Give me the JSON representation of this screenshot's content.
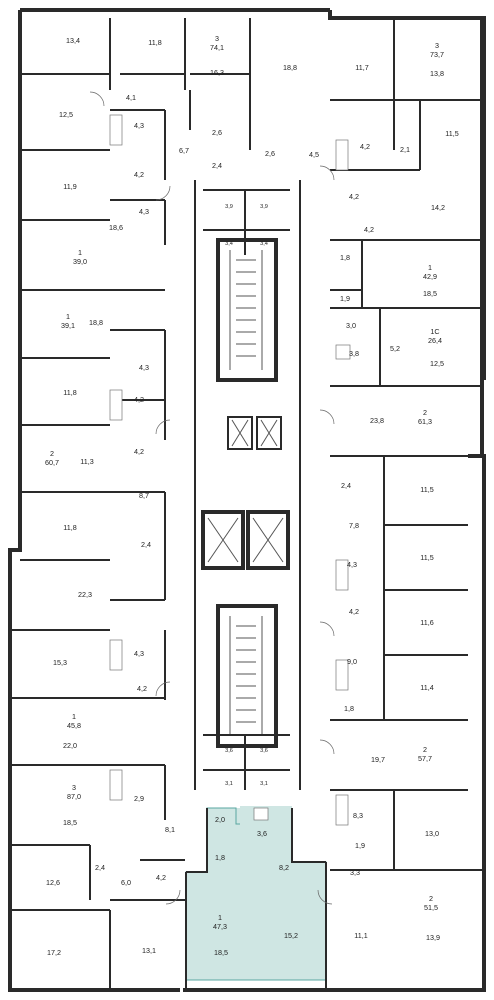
{
  "colors": {
    "wall": "#2a2a2a",
    "highlight_fill": "#cfe6e3",
    "highlight_stroke": "#5aa7a0",
    "label": "#222222"
  },
  "apartments": [
    {
      "id": "apt-3-74",
      "rooms": "3",
      "area": "74,1"
    },
    {
      "id": "apt-3-73",
      "rooms": "3",
      "area": "73,7"
    },
    {
      "id": "apt-1-39-0",
      "rooms": "1",
      "area": "39,0"
    },
    {
      "id": "apt-1-42",
      "rooms": "1",
      "area": "42,9"
    },
    {
      "id": "apt-1-39-1",
      "rooms": "1",
      "area": "39,1"
    },
    {
      "id": "apt-1c-26",
      "rooms": "1С",
      "area": "26,4"
    },
    {
      "id": "apt-2-60",
      "rooms": "2",
      "area": "60,7"
    },
    {
      "id": "apt-2-61",
      "rooms": "2",
      "area": "61,3"
    },
    {
      "id": "apt-1-45",
      "rooms": "1",
      "area": "45,8"
    },
    {
      "id": "apt-2-57",
      "rooms": "2",
      "area": "57,7"
    },
    {
      "id": "apt-3-87",
      "rooms": "3",
      "area": "87,0"
    },
    {
      "id": "apt-1-47",
      "rooms": "1",
      "area": "47,3",
      "highlighted": true
    },
    {
      "id": "apt-2-51",
      "rooms": "2",
      "area": "51,5"
    }
  ],
  "rooms": [
    "13,4",
    "11,8",
    "16,3",
    "18,8",
    "11,7",
    "13,8",
    "12,5",
    "4,1",
    "4,3",
    "6,7",
    "2,6",
    "2,6",
    "4,5",
    "4,2",
    "2,1",
    "11,5",
    "11,9",
    "4,2",
    "2,4",
    "4,2",
    "14,2",
    "4,3",
    "3,9",
    "3,9",
    "18,6",
    "3,4",
    "3,4",
    "4,2",
    "1,8",
    "18,5",
    "18,8",
    "1,9",
    "3,0",
    "4,3",
    "3,8",
    "5,2",
    "12,5",
    "11,8",
    "4,2",
    "23,8",
    "11,3",
    "4,2",
    "2,4",
    "11,5",
    "8,7",
    "11,8",
    "2,4",
    "7,8",
    "11,5",
    "22,3",
    "4,3",
    "4,2",
    "11,6",
    "15,3",
    "4,3",
    "9,0",
    "11,4",
    "4,2",
    "22,0",
    "1,8",
    "3,6",
    "3,6",
    "19,7",
    "3,1",
    "3,1",
    "18,5",
    "2,9",
    "8,1",
    "2,0",
    "3,6",
    "8,3",
    "13,0",
    "1,8",
    "8,2",
    "1,9",
    "3,3",
    "12,6",
    "2,4",
    "6,0",
    "4,2",
    "17,2",
    "13,1",
    "18,5",
    "15,2",
    "11,1",
    "13,9"
  ]
}
